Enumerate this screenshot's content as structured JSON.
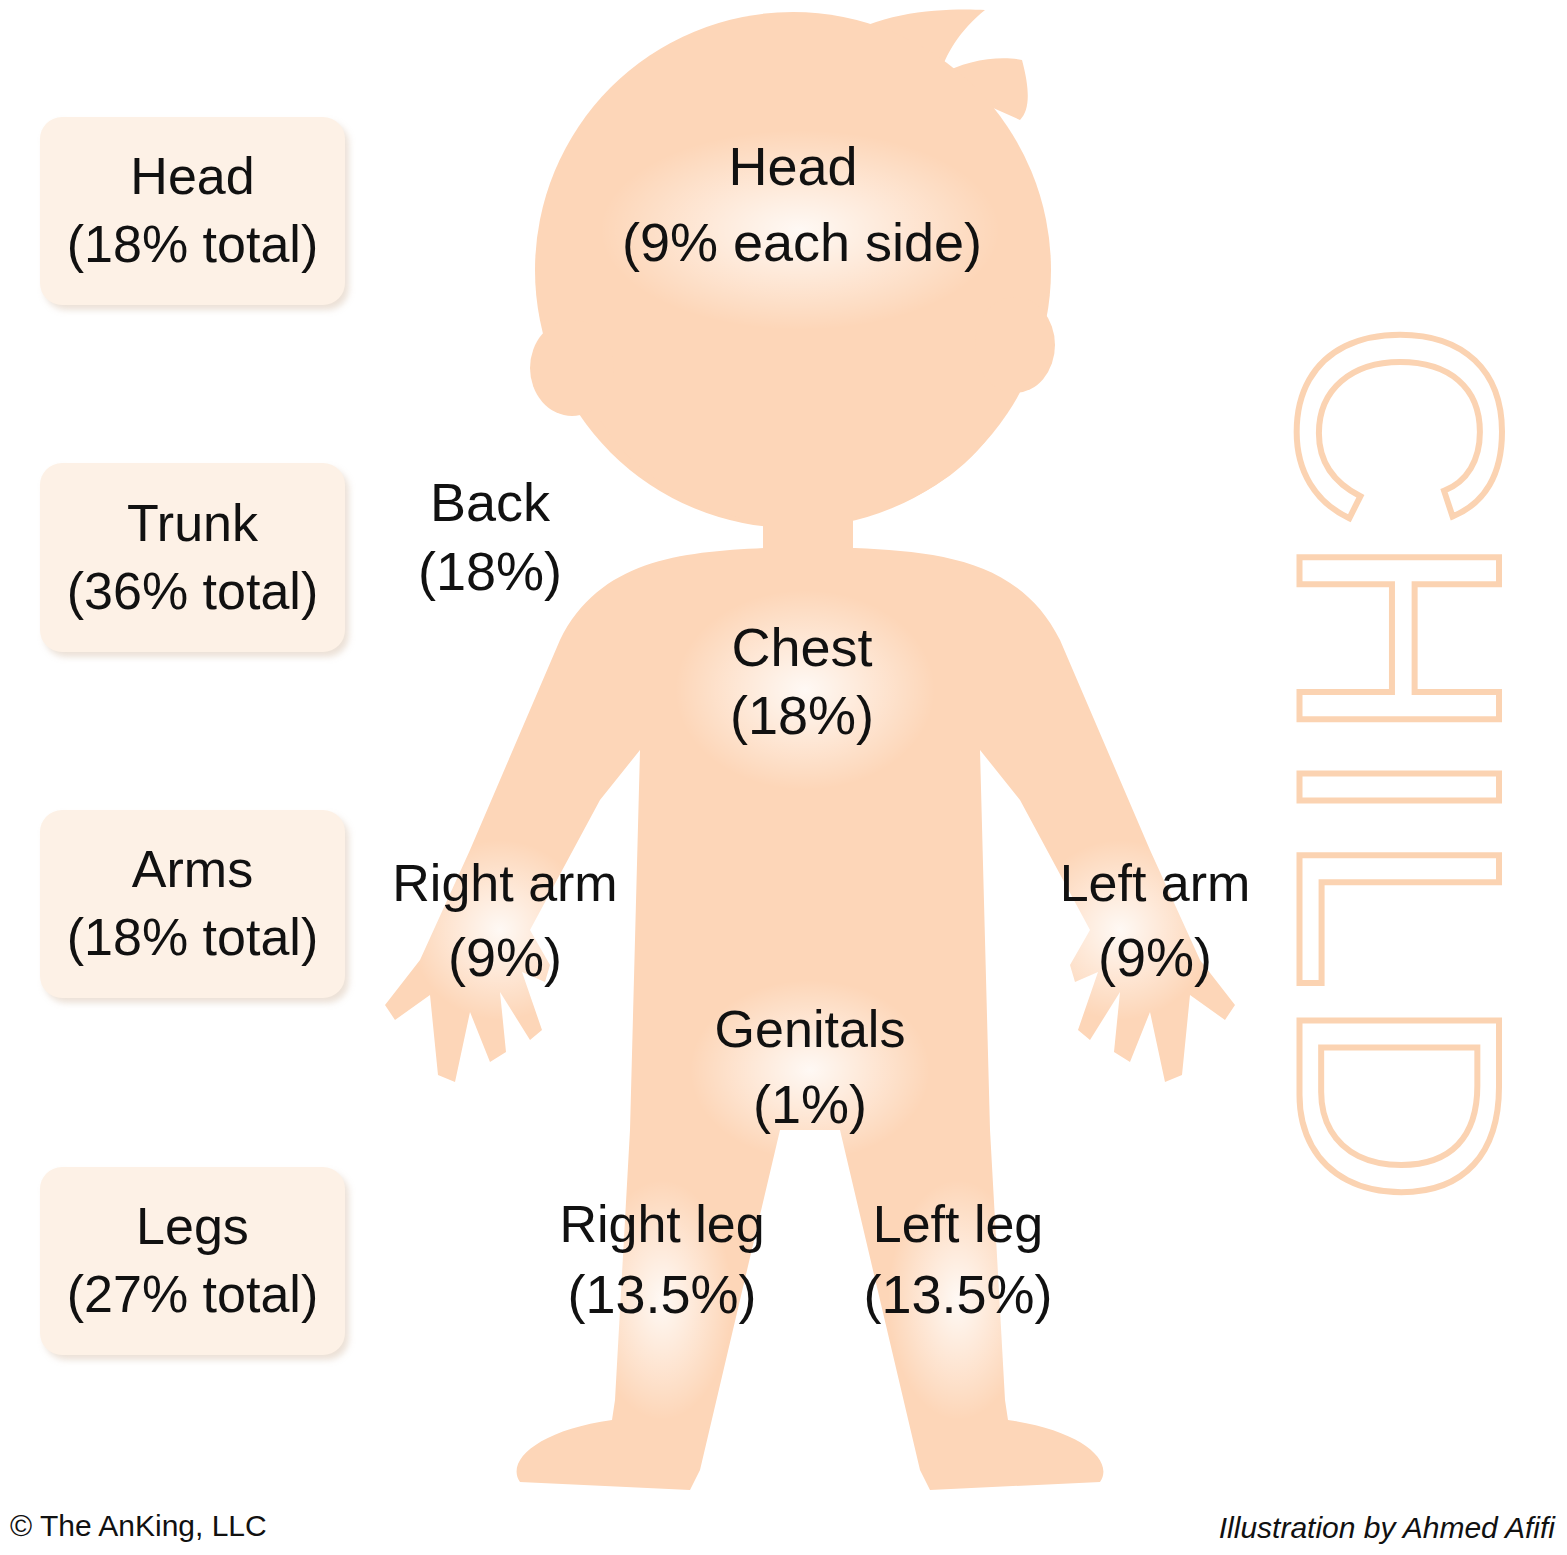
{
  "diagram": {
    "nodes": [
      {
        "text": [
          "Head",
          "(18% total)"
        ]
      },
      {
        "text": [
          "Trunk",
          "(36% total)"
        ]
      },
      {
        "text": [
          "Arms",
          "(18% total)"
        ]
      },
      {
        "text": [
          "Legs",
          "(27% total)"
        ]
      }
    ],
    "labels": [
      "Head",
      "(9% each side)",
      "Back",
      "(18%)",
      "Chest",
      "(18%)",
      "Right arm",
      "(9%)",
      "Left arm",
      "(9%)",
      "Genitals",
      "(1%)",
      "Right leg",
      "(13.5%)",
      "Left leg",
      "(13.5%)",
      "CHILD",
      "© The AnKing, LLC",
      "Illustration by Ahmed Afifi"
    ]
  }
}
